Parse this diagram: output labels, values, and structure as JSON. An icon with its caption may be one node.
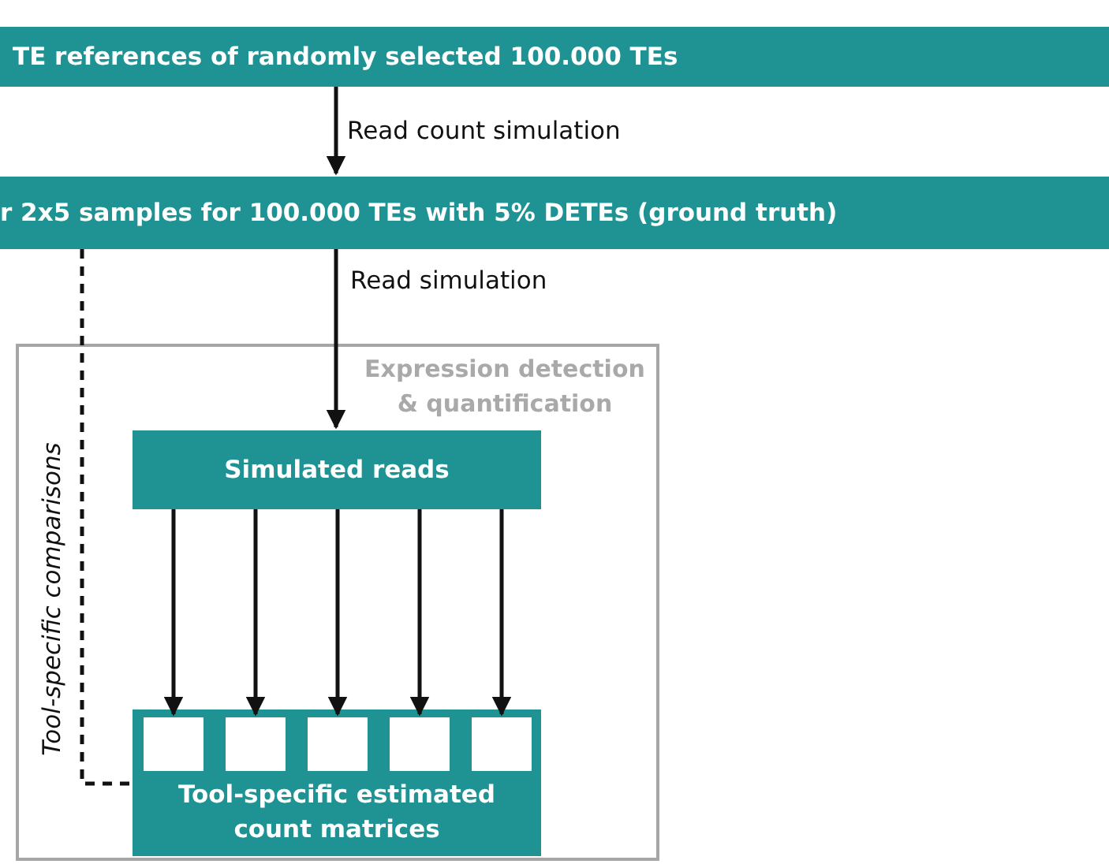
{
  "diagram": {
    "nodes": [
      {
        "text": [
          "TE references of randomly selected 100.000 TEs"
        ]
      },
      {
        "text": [
          "r 2x5 samples for 100.000 TEs with 5% DETEs (ground truth)"
        ]
      },
      {
        "text": [
          "Expression detection & quantification"
        ]
      },
      {
        "text": [
          "Simulated reads"
        ],
        "in": 2
      },
      {
        "text": [
          "Tool-specific estimated count matrices"
        ],
        "in": 2
      },
      {
        "text": [],
        "shape": "box",
        "in": 4
      },
      {
        "text": [],
        "shape": "box",
        "in": 4
      },
      {
        "text": [],
        "shape": "box",
        "in": 4
      },
      {
        "text": [],
        "shape": "box",
        "in": 4
      },
      {
        "text": [],
        "shape": "box",
        "in": 4
      }
    ],
    "edges": [
      {
        "from": 0,
        "to": 1,
        "arrow": "to",
        "label": "Read count simulation"
      },
      {
        "from": 1,
        "to": 3,
        "arrow": "to",
        "label": "Read simulation"
      },
      {
        "from": 3,
        "to": 5,
        "arrow": "to"
      },
      {
        "from": 3,
        "to": 6,
        "arrow": "to"
      },
      {
        "from": 3,
        "to": 7,
        "arrow": "to"
      },
      {
        "from": 3,
        "to": 8,
        "arrow": "to"
      },
      {
        "from": 3,
        "to": 9,
        "arrow": "to"
      },
      {
        "from": 1,
        "to": 4,
        "arrow": "none",
        "style": "dashed",
        "label": "Tool-specific comparisons"
      }
    ]
  }
}
